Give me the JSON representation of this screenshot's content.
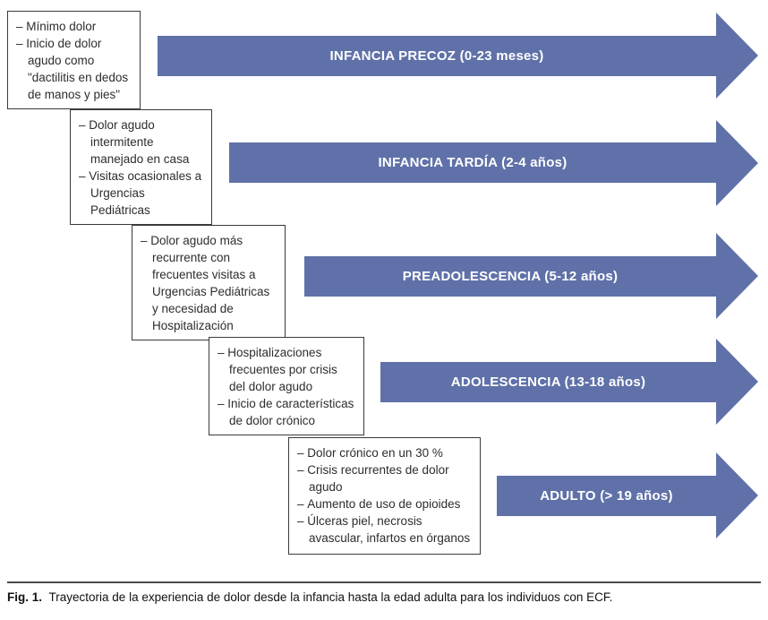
{
  "figure": {
    "rows": [
      {
        "stage_label": "INFANCIA PRECOZ (0-23 meses)",
        "box_items": [
          "Mínimo dolor",
          "Inicio de dolor agudo como \"dactilitis en dedos de manos y pies\""
        ]
      },
      {
        "stage_label": "INFANCIA TARDÍA (2-4 años)",
        "box_items": [
          "Dolor agudo intermitente manejado en casa",
          "Visitas ocasionales a Urgencias Pediátricas"
        ]
      },
      {
        "stage_label": "PREADOLESCENCIA (5-12 años)",
        "box_items": [
          "Dolor agudo más recurrente con frecuentes visitas a Urgencias Pediátricas y necesidad de Hospitalización"
        ]
      },
      {
        "stage_label": "ADOLESCENCIA (13-18 años)",
        "box_items": [
          "Hospitalizaciones frecuentes por crisis del dolor agudo",
          "Inicio de características de dolor crónico"
        ]
      },
      {
        "stage_label": "ADULTO (> 19 años)",
        "box_items": [
          "Dolor crónico en un 30 %",
          "Crisis recurrentes de dolor agudo",
          "Aumento de uso de opioides",
          "Úlceras piel, necrosis avascular, infartos en órganos"
        ]
      }
    ],
    "caption": {
      "label": "Fig. 1.",
      "text": "Trayectoria de la experiencia de dolor desde la infancia hasta la edad adulta para los individuos con ECF."
    },
    "colors": {
      "arrow_fill": "#5f71a8",
      "arrow_text": "#ffffff",
      "box_border": "#3a3a3a",
      "box_text": "#2d2d2d"
    }
  }
}
